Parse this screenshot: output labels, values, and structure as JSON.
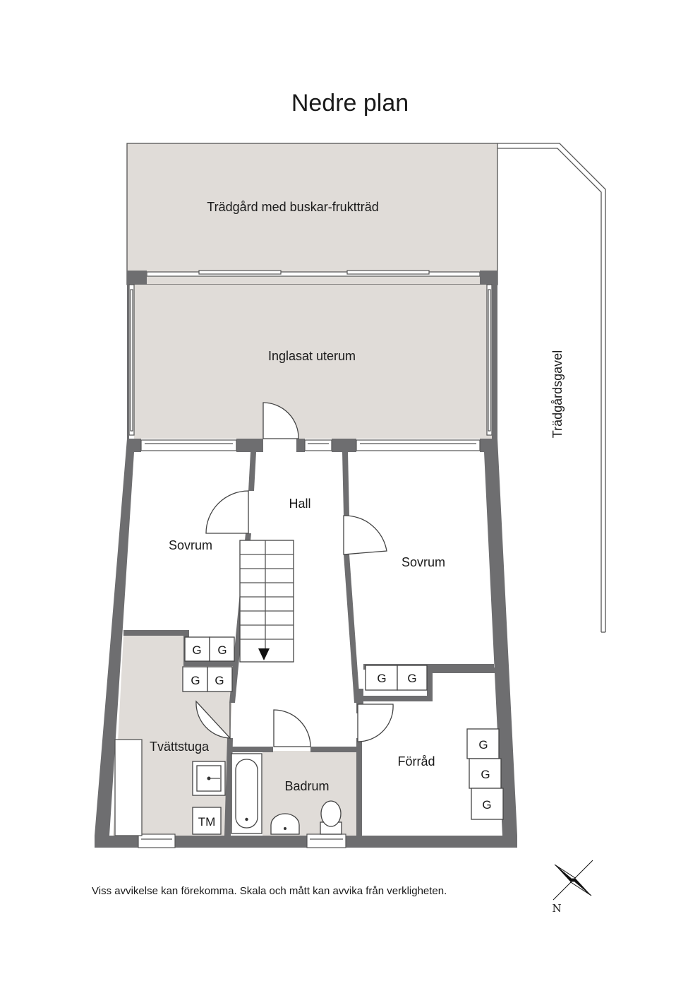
{
  "title": "Nedre plan",
  "rooms": {
    "garden": "Trädgård med buskar-fruktträd",
    "sunroom": "Inglasat uterum",
    "hall": "Hall",
    "bedroom_left": "Sovrum",
    "bedroom_right": "Sovrum",
    "laundry": "Tvättstuga",
    "bathroom": "Badrum",
    "storage": "Förråd",
    "gable": "Trädgårdsgavel"
  },
  "fixtures": {
    "wardrobe": "G",
    "washer": "TM"
  },
  "disclaimer": "Viss avvikelse kan förekomma. Skala och mått kan avvika från verkligheten.",
  "compass": {
    "north": "N"
  },
  "colors": {
    "wall": "#6e6e70",
    "floor_shaded": "#e0dcd8",
    "background": "#ffffff"
  }
}
